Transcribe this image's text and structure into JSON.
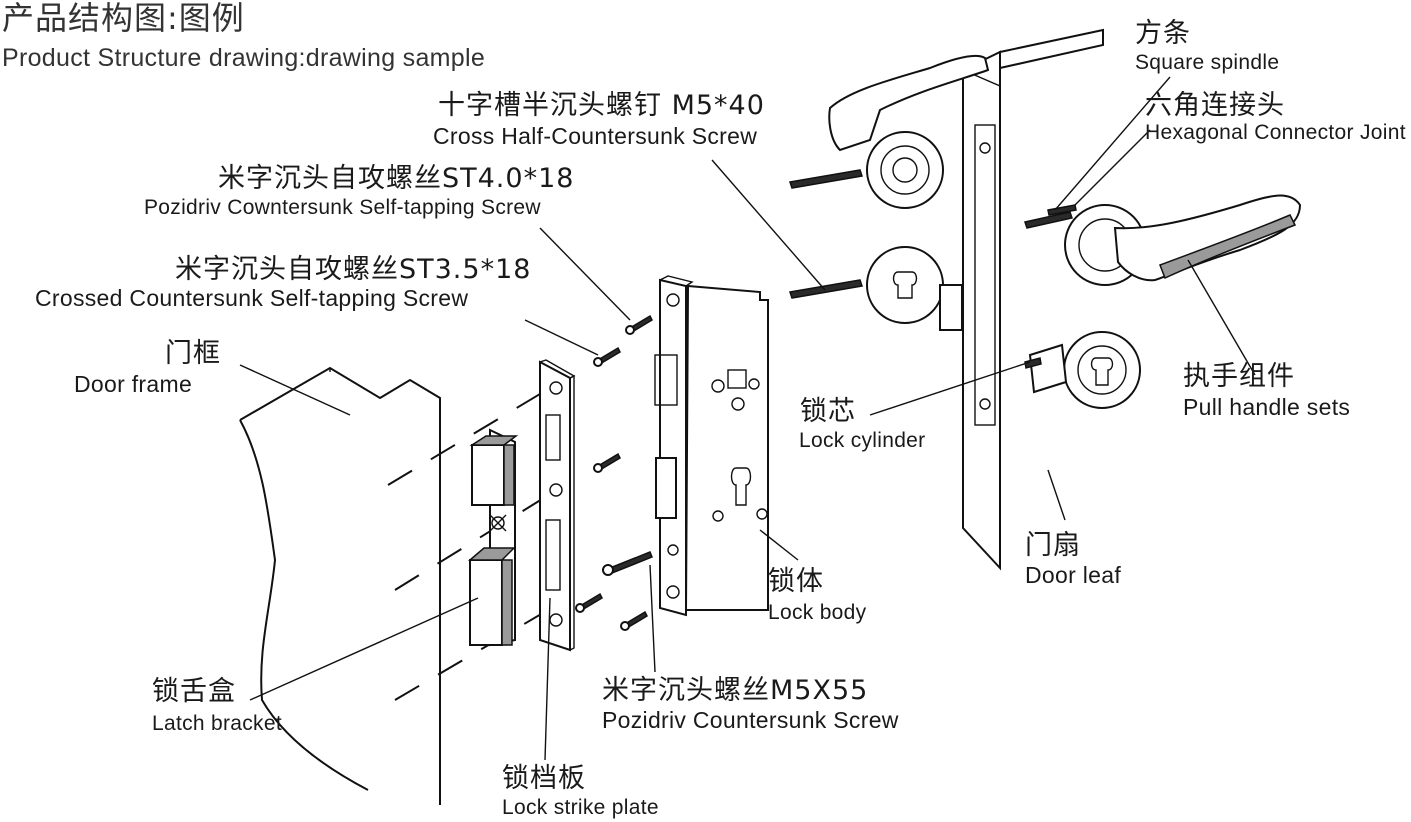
{
  "title": {
    "cn": "产品结构图:图例",
    "en": "Product Structure drawing:drawing sample"
  },
  "labels": {
    "square_spindle": {
      "cn": "方条",
      "en": "Square spindle"
    },
    "hex_joint": {
      "cn": "六角连接头",
      "en": "Hexagonal Connector Joint"
    },
    "half_screw": {
      "cn": "十字槽半沉头螺钉 M5*40",
      "en": "Cross Half-Countersunk Screw"
    },
    "pozi_st40": {
      "cn": "米字沉头自攻螺丝ST4.0*18",
      "en": "Pozidriv Cowntersunk Self-tapping Screw"
    },
    "crossed_st35": {
      "cn": "米字沉头自攻螺丝ST3.5*18",
      "en": "Crossed Countersunk Self-tapping Screw"
    },
    "door_frame": {
      "cn": "门框",
      "en": "Door  frame"
    },
    "lock_cylinder": {
      "cn": "锁芯",
      "en": "Lock  cylinder"
    },
    "pull_handle": {
      "cn": "执手组件",
      "en": "Pull handle sets"
    },
    "door_leaf": {
      "cn": "门扇",
      "en": "Door  leaf"
    },
    "lock_body": {
      "cn": "锁体",
      "en": "Lock  body"
    },
    "pozi_m5x55": {
      "cn": "米字沉头螺丝M5X55",
      "en": "Pozidriv Countersunk Screw"
    },
    "latch_bracket": {
      "cn": "锁舌盒",
      "en": "Latch bracket"
    },
    "strike_plate": {
      "cn": "锁档板",
      "en": "Lock  strike plate"
    }
  }
}
